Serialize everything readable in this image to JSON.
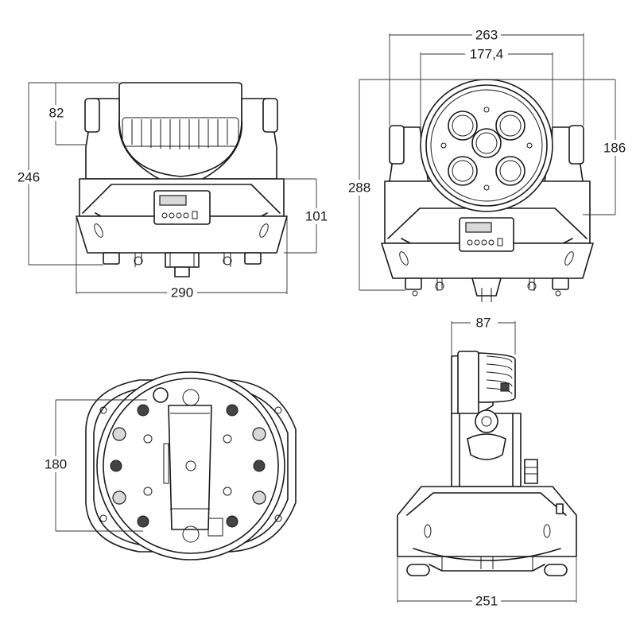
{
  "views": {
    "side": {
      "dim_height": "246",
      "dim_head": "82",
      "dim_base": "101",
      "dim_width": "290"
    },
    "front": {
      "dim_width": "263",
      "dim_lens": "177,4",
      "dim_height": "288",
      "dim_head": "186"
    },
    "bottom": {
      "dim_height": "180"
    },
    "profile": {
      "dim_top": "87",
      "dim_bottom": "251"
    }
  },
  "colors": {
    "line": "#1a1a1a",
    "paper": "#ffffff"
  }
}
